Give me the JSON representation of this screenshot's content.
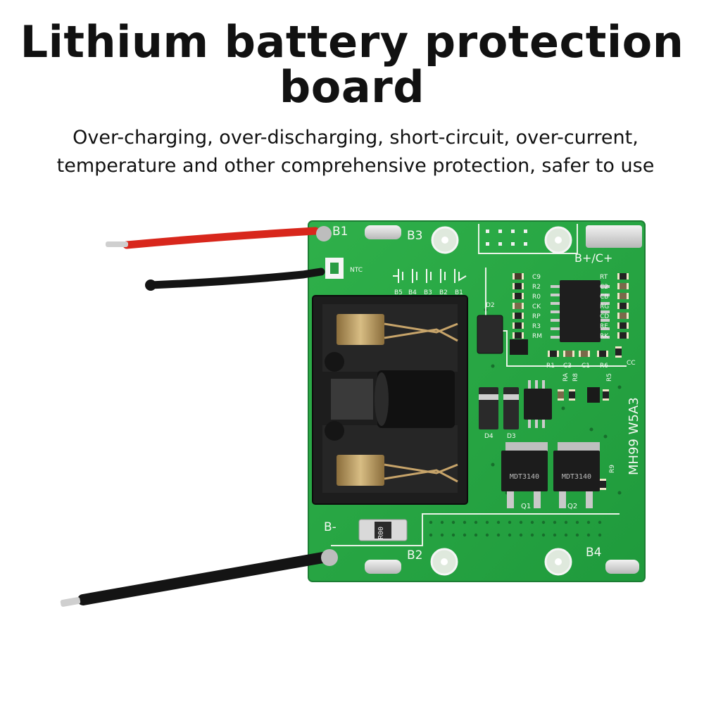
{
  "title": "Lithium battery protection board",
  "subtitle": "Over-charging, over-discharging, short-circuit, over-current, temperature and other comprehensive protection, safer to use",
  "board": {
    "labels": {
      "b1": "B1",
      "b2": "B2",
      "b3": "B3",
      "b4": "B4",
      "b_plus_c_plus": "B+/C+",
      "b_minus": "B-",
      "ntc": "NTC",
      "cell_b5": "B5",
      "cell_b4": "B4",
      "cell_b3": "B3",
      "cell_b2": "B2",
      "cell_b1": "B1",
      "d2": "D2",
      "d3": "D3",
      "d4": "D4",
      "q1": "Q1",
      "q2": "Q2",
      "c9": "C9",
      "r2": "R2",
      "r0": "R0",
      "ck": "CK",
      "rp": "RP",
      "r3": "R3",
      "rm": "RM",
      "rt": "RT",
      "c2": "C2",
      "cb": "CB",
      "rg": "RG",
      "cd": "CD",
      "re": "RE",
      "rk": "RK",
      "r1": "R1",
      "c3": "C3",
      "c1": "C1",
      "r6": "R6",
      "cc": "CC",
      "ra": "RA",
      "r8": "R8",
      "r5": "R5",
      "r9": "R9",
      "model": "MH99 W5A3",
      "shunt": "R00",
      "mosfet1": "MDT3140",
      "mosfet2": "MDT3140"
    },
    "colors": {
      "pcb": "#27a443",
      "pcb_dark": "#1b8a36",
      "silk": "#f4f8f2",
      "wire_red": "#d8271c",
      "wire_black": "#141414"
    }
  }
}
